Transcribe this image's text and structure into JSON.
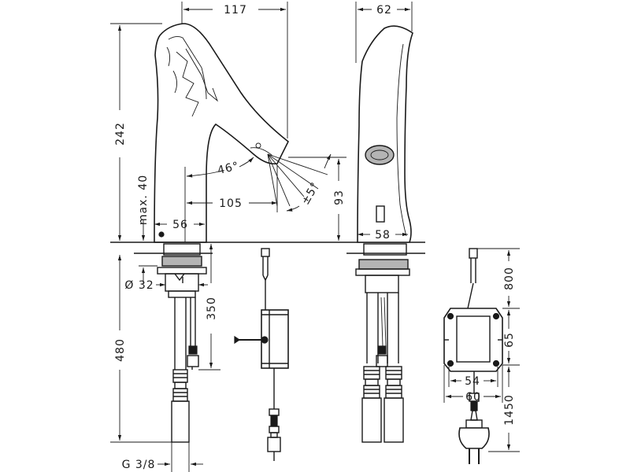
{
  "dimensions": {
    "spout_reach": "117",
    "side_depth": "62",
    "total_height": "242",
    "max_height_below_spout": "max. 40",
    "spray_angle": "46°",
    "angle_tolerance": "±5°",
    "outlet_distance": "105",
    "outlet_height": "93",
    "base_width_front": "56",
    "base_width_side": "58",
    "shank_diameter": "Ø 32",
    "hose_length_short": "350",
    "hose_length_long": "480",
    "thread": "G 3/8",
    "cable_length_top": "800",
    "box_height": "65",
    "box_inner_width": "54",
    "box_outer_width": "60",
    "cable_length_bottom": "1450"
  }
}
